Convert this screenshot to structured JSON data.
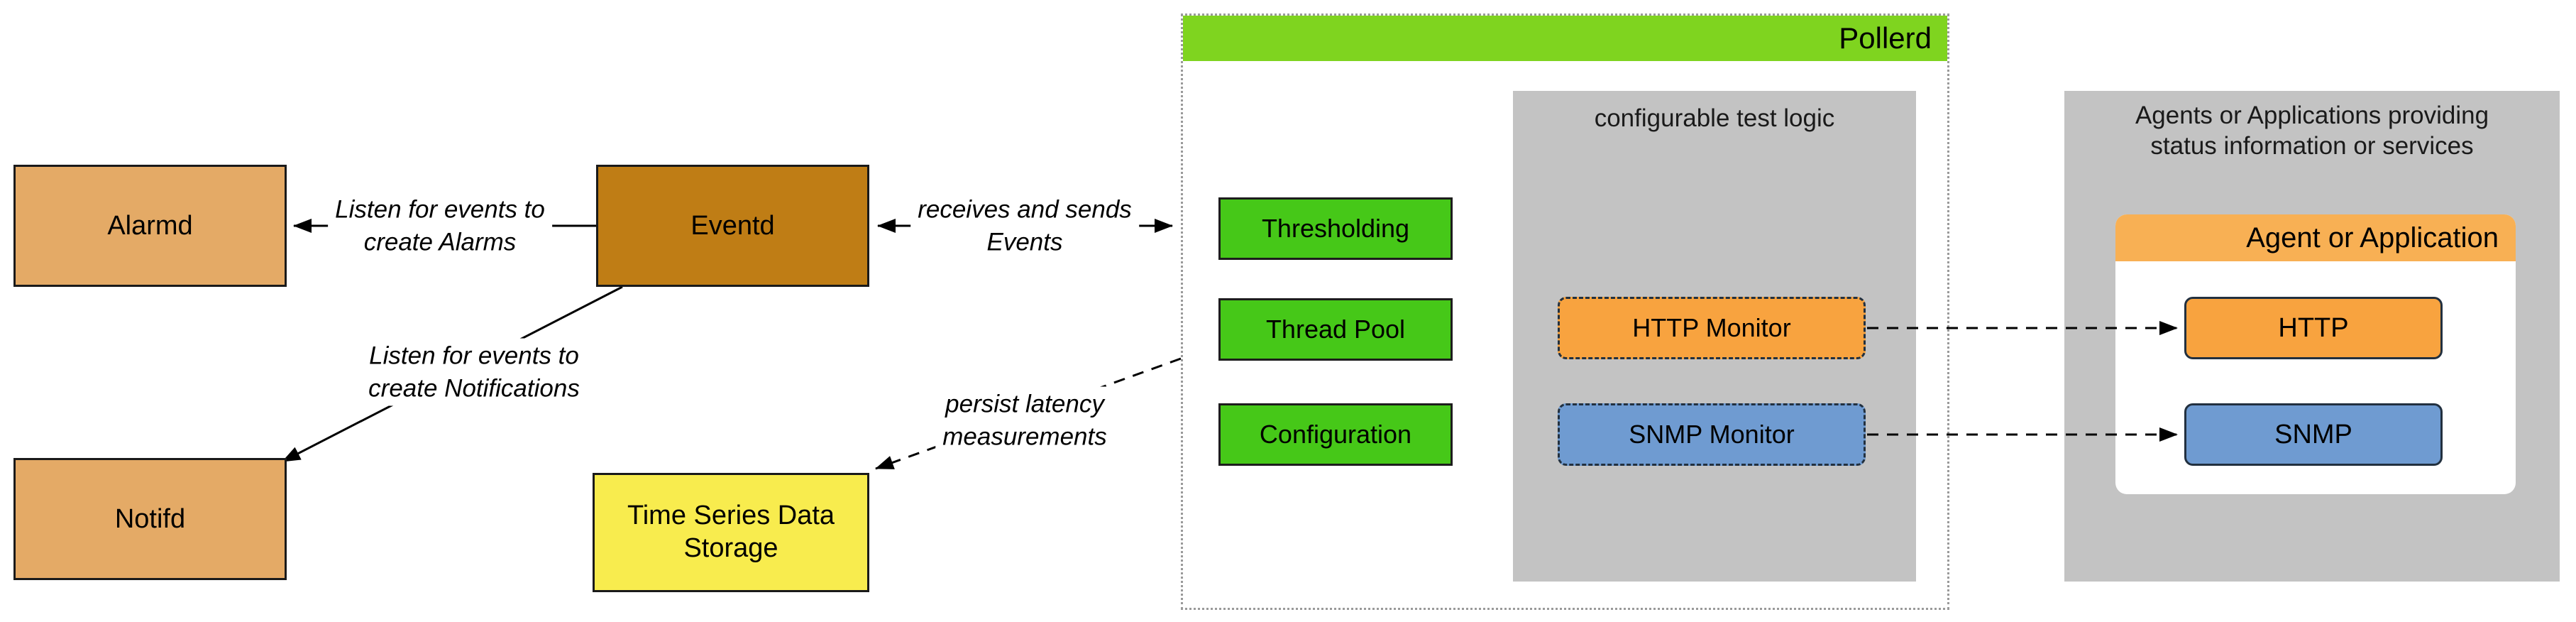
{
  "nodes": {
    "alarmd": {
      "label": "Alarmd",
      "fill": "#e4aa66"
    },
    "eventd": {
      "label": "Eventd",
      "fill": "#bf7d15"
    },
    "notifd": {
      "label": "Notifd",
      "fill": "#e4aa66"
    },
    "time_series": {
      "label": "Time Series Data\nStorage",
      "fill": "#f8ec4e"
    },
    "pollerd": {
      "title": "Pollerd",
      "header_fill": "#7fd41f"
    },
    "thresholding": {
      "label": "Thresholding",
      "fill": "#46c818"
    },
    "thread_pool": {
      "label": "Thread Pool",
      "fill": "#46c818"
    },
    "configuration": {
      "label": "Configuration",
      "fill": "#46c818"
    },
    "test_logic": {
      "title": "configurable test logic",
      "fill": "#c3c3c3"
    },
    "http_monitor": {
      "label": "HTTP Monitor",
      "fill": "#f8a33f"
    },
    "snmp_monitor": {
      "label": "SNMP Monitor",
      "fill": "#6f9bd1"
    },
    "agents": {
      "title": "Agents or Applications providing\nstatus information or services",
      "fill": "#c3c3c3"
    },
    "agent_application": {
      "title": "Agent or Application",
      "header_fill": "#f8b054"
    },
    "http": {
      "label": "HTTP",
      "fill": "#f8a33f"
    },
    "snmp": {
      "label": "SNMP",
      "fill": "#6f9bd1"
    }
  },
  "edges": {
    "listen_alarms": {
      "label": "Listen for events to\ncreate Alarms"
    },
    "listen_notifications": {
      "label": "Listen for events to\ncreate Notifications"
    },
    "receives_sends": {
      "label": "receives and sends\nEvents"
    },
    "persist_latency": {
      "label": "persist latency\nmeasurements"
    }
  }
}
